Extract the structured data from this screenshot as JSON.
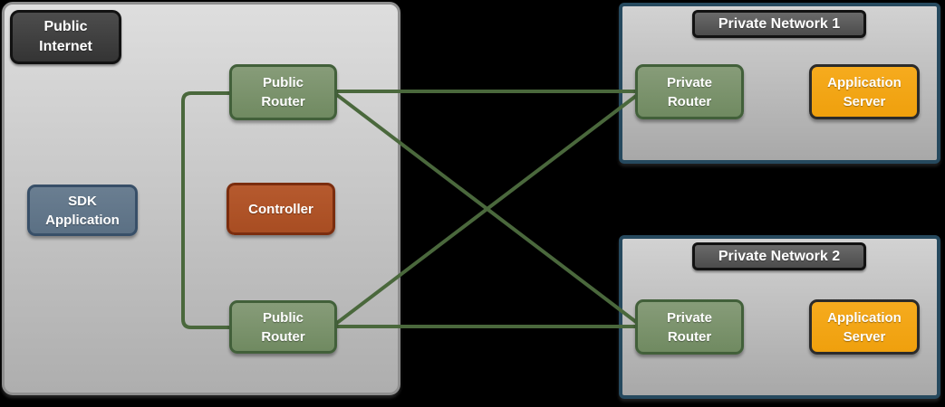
{
  "diagram": {
    "type": "network-architecture",
    "colors": {
      "background": "#000000",
      "wire": "#4a683c",
      "zone_fill_top": "#dedede",
      "zone_fill_bottom": "#aeaeae",
      "public_zone_border": "#8f8f8f",
      "private_zone_border": "#26495e",
      "router_fill": "#7b9170",
      "router_border": "#42603a",
      "controller_fill": "#b05428",
      "controller_border": "#7b2d0e",
      "sdk_fill": "#62758a",
      "sdk_border": "#384f68",
      "app_server_fill": "#f3a617",
      "app_server_border": "#2b2b2b",
      "label_dark_fill": "#3e3e3e",
      "label_text": "#ffffff"
    },
    "zones": {
      "public_internet": {
        "label": "Public Internet"
      },
      "private_network_1": {
        "label": "Private Network 1"
      },
      "private_network_2": {
        "label": "Private Network 2"
      }
    },
    "nodes": {
      "sdk_application": {
        "label": "SDK Application"
      },
      "public_router_top": {
        "label": "Public Router"
      },
      "controller": {
        "label": "Controller"
      },
      "public_router_bottom": {
        "label": "Public Router"
      },
      "private_router_1": {
        "label": "Private Router"
      },
      "application_server_1": {
        "label": "Application Server"
      },
      "private_router_2": {
        "label": "Private Router"
      },
      "application_server_2": {
        "label": "Application Server"
      }
    },
    "connections": [
      {
        "from": "public_router_top",
        "to": "public_router_bottom",
        "shape": "left-bracket"
      },
      {
        "from": "public_router_top",
        "to": "private_router_1",
        "shape": "straight"
      },
      {
        "from": "public_router_top",
        "to": "private_router_2",
        "shape": "straight"
      },
      {
        "from": "public_router_bottom",
        "to": "private_router_1",
        "shape": "straight"
      },
      {
        "from": "public_router_bottom",
        "to": "private_router_2",
        "shape": "straight"
      }
    ]
  }
}
